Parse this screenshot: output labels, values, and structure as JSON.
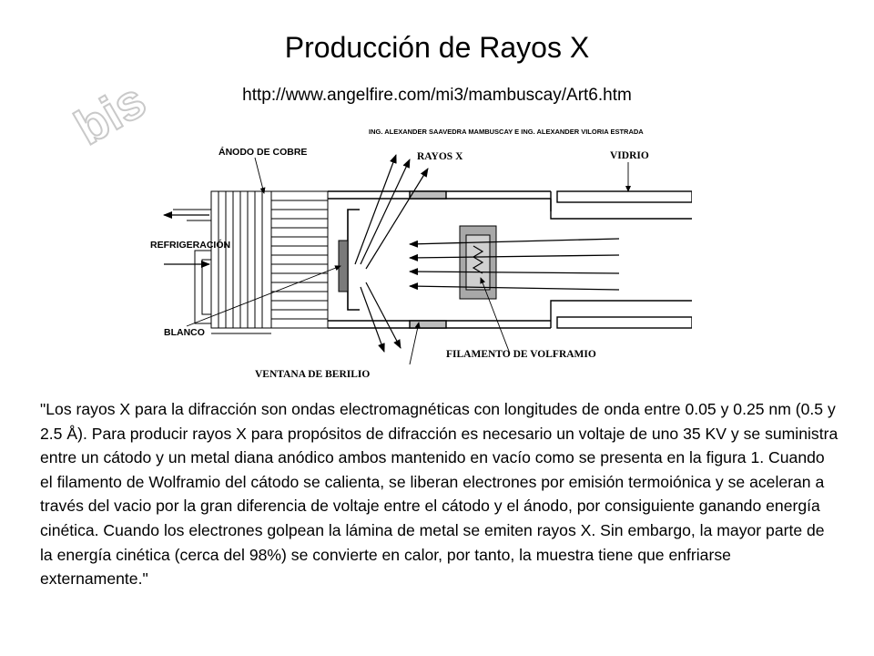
{
  "title": "Producción de Rayos X",
  "source_url": "http://www.angelfire.com/mi3/mambuscay/Art6.htm",
  "watermark": "bis",
  "diagram": {
    "credit": "ING. ALEXANDER SAAVEDRA MAMBUSCAY E ING. ALEXANDER VILORIA ESTRADA",
    "labels": {
      "anodo": "ÁNODO DE COBRE",
      "rayos": "RAYOS X",
      "vidrio": "VIDRIO",
      "refrigeracion": "REFRIGERACIÓN",
      "blanco": "BLANCO",
      "filamento": "FILAMENTO DE VOLFRAMIO",
      "ventana": "VENTANA DE BERILIO"
    }
  },
  "paragraph": "\"Los rayos X para la difracción son ondas electromagnéticas con longitudes de onda entre 0.05 y 0.25 nm (0.5 y 2.5 Å). Para producir rayos X para propósitos de difracción es necesario un voltaje de uno 35 KV y se suministra entre un cátodo y un metal diana anódico ambos mantenido en vacío como se presenta en la figura 1. Cuando el filamento de Wolframio del cátodo se calienta, se liberan electrones por emisión termoiónica y se aceleran a través del vacio por la gran diferencia de voltaje entre el cátodo y el ánodo, por consiguiente ganando energía cinética. Cuando los electrones golpean la lámina de metal se emiten rayos X. Sin embargo, la mayor parte de la energía cinética (cerca del 98%) se convierte en calor, por tanto, la muestra tiene que enfriarse externamente.\""
}
